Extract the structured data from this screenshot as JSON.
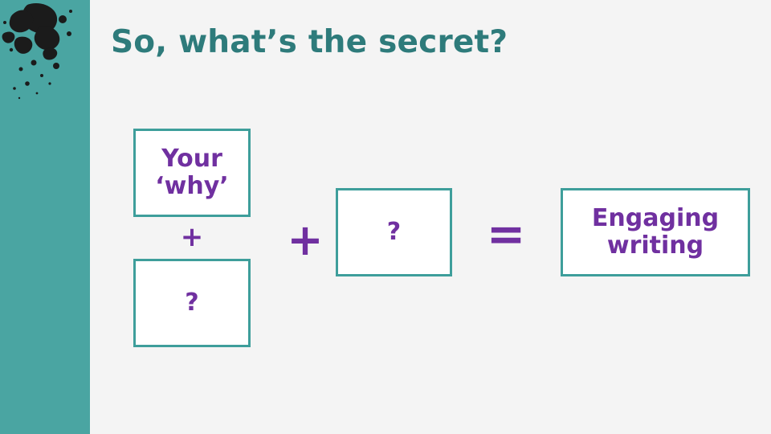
{
  "slide": {
    "title": "So, what’s the secret?",
    "background_color": "#f4f4f4",
    "accent_color": "#4aa5a2",
    "title_color": "#2e7b7b",
    "text_color": "#7030a0",
    "box_border_color": "#3e9e9b"
  },
  "equation": {
    "term1_line1": "Your",
    "term1_line2": "‘why’",
    "inner_operator": "+",
    "term2": "?",
    "operator1": "+",
    "term3": "?",
    "operator2": "=",
    "result_line1": "Engaging",
    "result_line2": "writing"
  },
  "decoration": {
    "splatter": "ink-splatter"
  }
}
